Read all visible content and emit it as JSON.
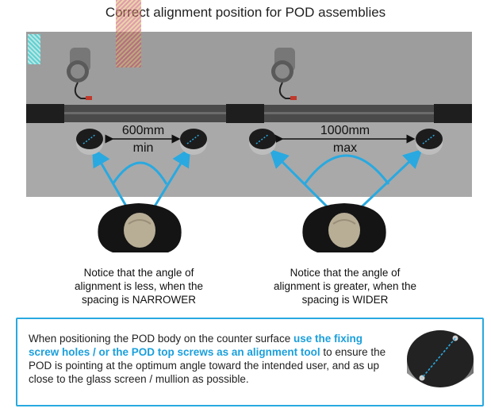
{
  "title": "Correct alignment position for POD assemblies",
  "left": {
    "distance": "600mm",
    "limit": "min",
    "caption": [
      "Notice that the angle of",
      "alignment is less, when the",
      "spacing is NARROWER"
    ]
  },
  "right": {
    "distance": "1000mm",
    "limit": "max",
    "caption": [
      "Notice that the angle of",
      "alignment is greater, when the",
      "spacing is WIDER"
    ]
  },
  "info": {
    "text_before": "When positioning the POD body on the counter surface ",
    "highlight": "use the fixing screw holes / or the POD top screws as an alignment tool",
    "text_after": " to ensure the POD is pointing at the optimum angle toward the intended user, and as up close to the glass screen / mullion as possible."
  },
  "colors": {
    "accent": "#29a9e0",
    "counter": "#a9a9a9",
    "rail": "#4a4a4a"
  }
}
